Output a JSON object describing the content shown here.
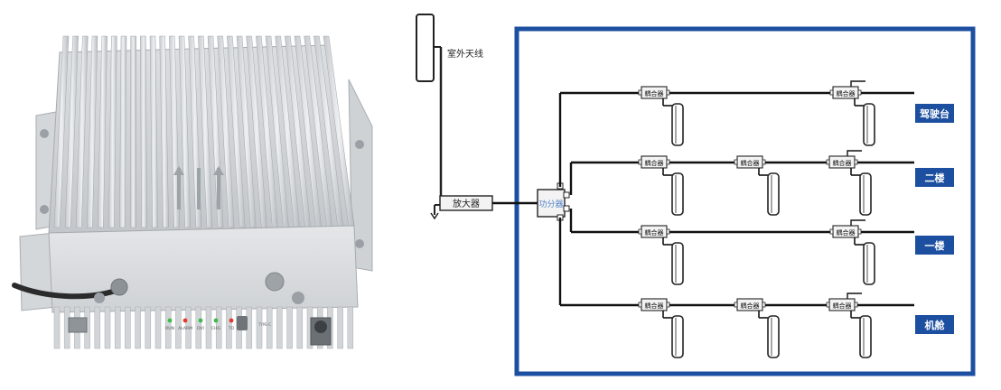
{
  "outdoor_antenna": {
    "label": "室外天线"
  },
  "amplifier": {
    "label": "放大器"
  },
  "splitter": {
    "label": "功分器"
  },
  "coupler_label": "耦合器",
  "floors": [
    {
      "label": "驾驶台",
      "couplers": 2
    },
    {
      "label": "二楼",
      "couplers": 3
    },
    {
      "label": "一楼",
      "couplers": 2
    },
    {
      "label": "机舱",
      "couplers": 3
    }
  ],
  "device_panel": {
    "leds": [
      "RUN",
      "ALARM",
      "DVI",
      "CHG",
      "TO"
    ],
    "led_colors": [
      "#3dbb4c",
      "#e23b2e",
      "#3dbb4c",
      "#3dbb4c",
      "#e23b2e"
    ],
    "port_label": "TYPE-C"
  },
  "colors": {
    "frame": "#1d4fa0",
    "floor_label_bg": "#1d4fa0",
    "splitter_text": "#4d7fc7"
  }
}
